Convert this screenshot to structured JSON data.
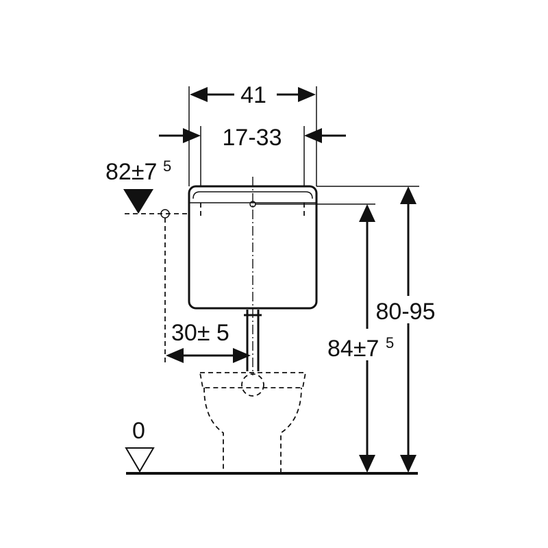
{
  "dimensions": {
    "width_total": "41",
    "bracket_spacing": "17-33",
    "flush_height_left": "82",
    "flush_height_left_tol": "±7",
    "flush_height_left_tol_sup": "5",
    "pipe_offset": "30",
    "pipe_offset_tol": "± 5",
    "total_height": "80-95",
    "inlet_height": "84",
    "inlet_height_tol": "±7",
    "inlet_height_tol_sup": "5",
    "floor_level": "0"
  },
  "colors": {
    "line": "#111111",
    "background": "#ffffff"
  },
  "icons": [
    "level-marker-filled-triangle",
    "floor-level-marker-outline-triangle"
  ]
}
